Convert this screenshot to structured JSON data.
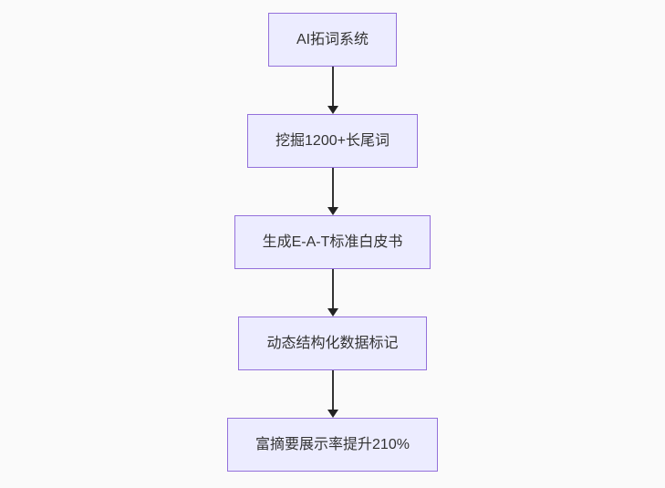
{
  "diagram": {
    "type": "flowchart",
    "direction": "top-down",
    "nodes": [
      {
        "id": "n1",
        "label": "AI拓词系统"
      },
      {
        "id": "n2",
        "label": "挖掘1200+长尾词"
      },
      {
        "id": "n3",
        "label": "生成E-A-T标准白皮书"
      },
      {
        "id": "n4",
        "label": "动态结构化数据标记"
      },
      {
        "id": "n5",
        "label": "富摘要展示率提升210%"
      }
    ],
    "edges": [
      {
        "from": "n1",
        "to": "n2"
      },
      {
        "from": "n2",
        "to": "n3"
      },
      {
        "from": "n3",
        "to": "n4"
      },
      {
        "from": "n4",
        "to": "n5"
      }
    ],
    "colors": {
      "node_fill": "#ECECFF",
      "node_border": "#9370DB",
      "edge": "#333333",
      "text": "#333333",
      "background": "#fafafa"
    }
  }
}
